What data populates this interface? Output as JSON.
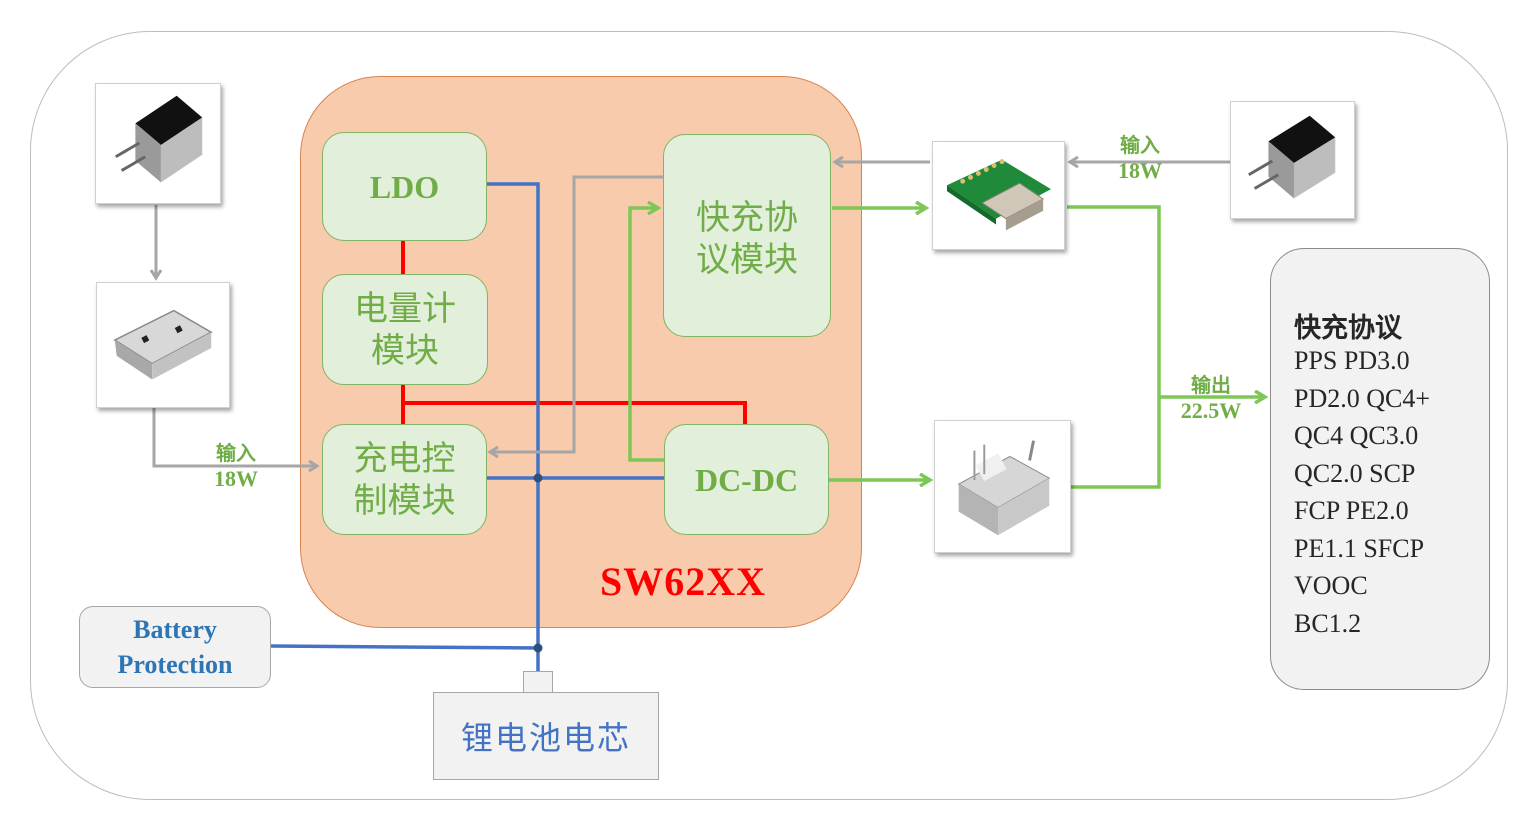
{
  "diagram": {
    "chip": {
      "label": "SW62XX"
    },
    "modules": {
      "ldo": "LDO",
      "fuel_gauge": [
        "电量计",
        "模块"
      ],
      "charge_control": [
        "充电控",
        "制模块"
      ],
      "fast_charge_protocol": [
        "快充协",
        "议模块"
      ],
      "dcdc": "DC-DC"
    },
    "inputs": {
      "left": {
        "label": "输入",
        "power": "18W",
        "device": "wall-charger",
        "connector": "micro-usb"
      },
      "right": {
        "label": "输入",
        "power": "18W",
        "device": "wall-charger",
        "connector": "usb-type-c"
      }
    },
    "output": {
      "label": "输出",
      "power": "22.5W",
      "connectors": [
        "usb-type-c",
        "usb-type-a"
      ]
    },
    "protocols": {
      "title": "快充协议",
      "items": [
        "PPS PD3.0",
        "PD2.0 QC4+",
        "QC4 QC3.0",
        "QC2.0 SCP",
        "FCP PE2.0",
        "PE1.1 SFCP",
        "VOOC",
        "BC1.2"
      ]
    },
    "battery_protection": [
      "Battery",
      "Protection"
    ],
    "battery_cell": "锂电池电芯",
    "colors": {
      "chip_fill": "#f8cbad",
      "module_fill": "#e2efda",
      "module_text": "#70ad47",
      "power_line_green": "#7dc855",
      "signal_line_gray": "#a6a6a6",
      "bus_line_blue": "#4472c4",
      "internal_line_red": "#ff0000",
      "chip_label": "#ff0000"
    }
  }
}
